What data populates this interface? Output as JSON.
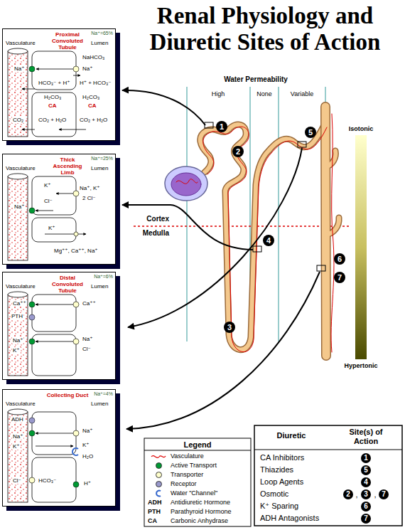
{
  "diagram": {
    "title": "Renal Physiology and Diuretic Sites of Action",
    "nodes": [
      {
        "text": [
          "Proximal Convoluted Tubule",
          "Na⁺=65%"
        ]
      },
      {
        "text": [
          "Thick Ascending Limb",
          "Na⁺=25%"
        ]
      },
      {
        "text": [
          "Distal Convoluted Tubule",
          "Na⁺=6%"
        ]
      },
      {
        "text": [
          "Collecting Duct",
          "Na⁺=4%"
        ]
      }
    ],
    "labels": [
      "Water Permeability",
      "High",
      "None",
      "Variable",
      "Isotonic",
      "Hypertonic",
      "Cortex",
      "Medulla",
      "1",
      "2",
      "3",
      "4",
      "5",
      "6",
      "7",
      "Vasculature",
      "Lumen",
      "Na⁺",
      "Na⁺",
      "NaHCO₃",
      "H⁺ + HCO₃⁻",
      "HCO₃⁻ + H⁺",
      "H₂CO₃",
      "CA",
      "CO₂ + H₂O",
      "H₂CO₃",
      "CA",
      "CO₂ + H₂O",
      "CO₂",
      "Vasculature",
      "Lumen",
      "Na⁺, K⁺",
      "2 Cl⁻",
      "K⁺",
      "Cl⁻",
      "Na⁺",
      "K⁺",
      "Mg⁺⁺, Ca⁺⁺, Na⁺",
      "Vasculature",
      "Lumen",
      "Ca⁺⁺",
      "Ca⁺⁺",
      "PTH",
      "Na⁺",
      "K⁺",
      "Na⁺",
      "Cl⁻",
      "Vasculature",
      "Lumen",
      "ADH",
      "Na⁺",
      "Na⁺",
      "K⁺",
      "K⁺",
      "H₂O",
      "HCO₃⁻",
      "Cl⁻",
      "H⁺",
      "Legend",
      "ADH",
      "PTH",
      "CA",
      "Diuretic",
      "Site(s) of Action",
      "CA Inhibitors",
      "1",
      "Thiazides",
      "5",
      "Loop Agents",
      "4",
      "Osmotic",
      "2",
      ",",
      "3",
      ",",
      "7",
      "K⁺ Sparing",
      "6",
      "ADH Antagonists",
      "7"
    ],
    "legend": [
      {
        "text": "Vasculature"
      },
      {
        "text": "Active Transport",
        "color": "#009933"
      },
      {
        "text": "Transporter",
        "color": "#ffffcc"
      },
      {
        "text": "Receptor",
        "color": "#9999cc"
      },
      {
        "text": "Water \"Channel\""
      },
      {
        "text": "Antidiuretic Hormone"
      },
      {
        "text": "Parathyroid Hormone"
      },
      {
        "text": "Carbonic Anhydrase"
      }
    ]
  }
}
